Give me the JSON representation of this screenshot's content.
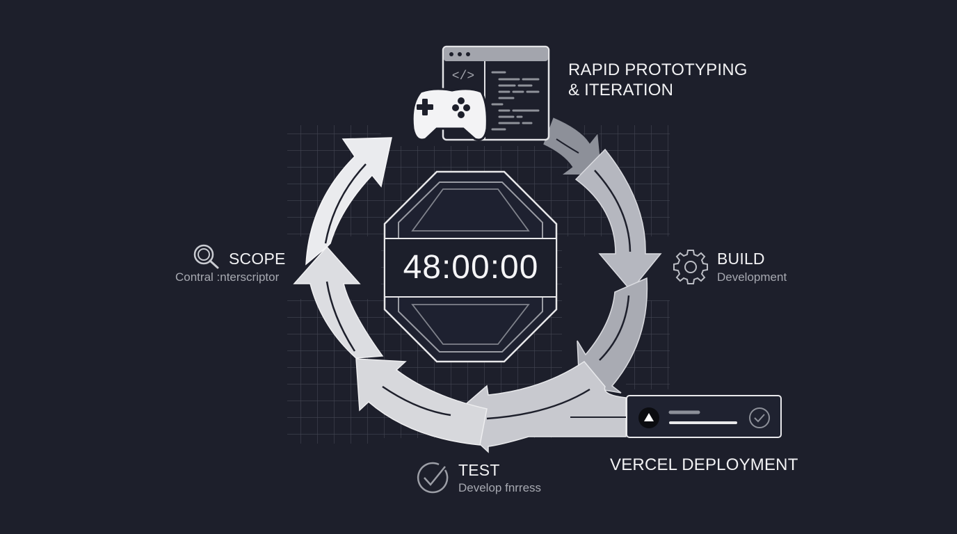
{
  "diagram": {
    "timer": "48:00:00",
    "stages": {
      "prototype": {
        "title_line1": "RAPID PROTOTYPING",
        "title_line2": "& ITERATION",
        "icon": "gamepad-code-window-icon"
      },
      "build": {
        "title": "BUILD",
        "subtitle": "Development",
        "icon": "gear-icon"
      },
      "deploy": {
        "title": "VERCEL DEPLOYMENT",
        "icon": "vercel-triangle-icon",
        "status_icon": "check-circle-icon"
      },
      "test": {
        "title": "TEST",
        "subtitle": "Develop fnrress",
        "icon": "check-circle-icon"
      },
      "scope": {
        "title": "SCOPE",
        "subtitle": "Contral :nterscriptor",
        "icon": "search-icon"
      }
    },
    "colors": {
      "background": "#1d1f2b",
      "grid": "#4a4d5a",
      "arrow_light": "#e6e7ea",
      "arrow_mid": "#b8bac2",
      "arrow_dark": "#8d9099",
      "text": "#f2f2f4",
      "subtext": "#a7a9b1"
    }
  }
}
